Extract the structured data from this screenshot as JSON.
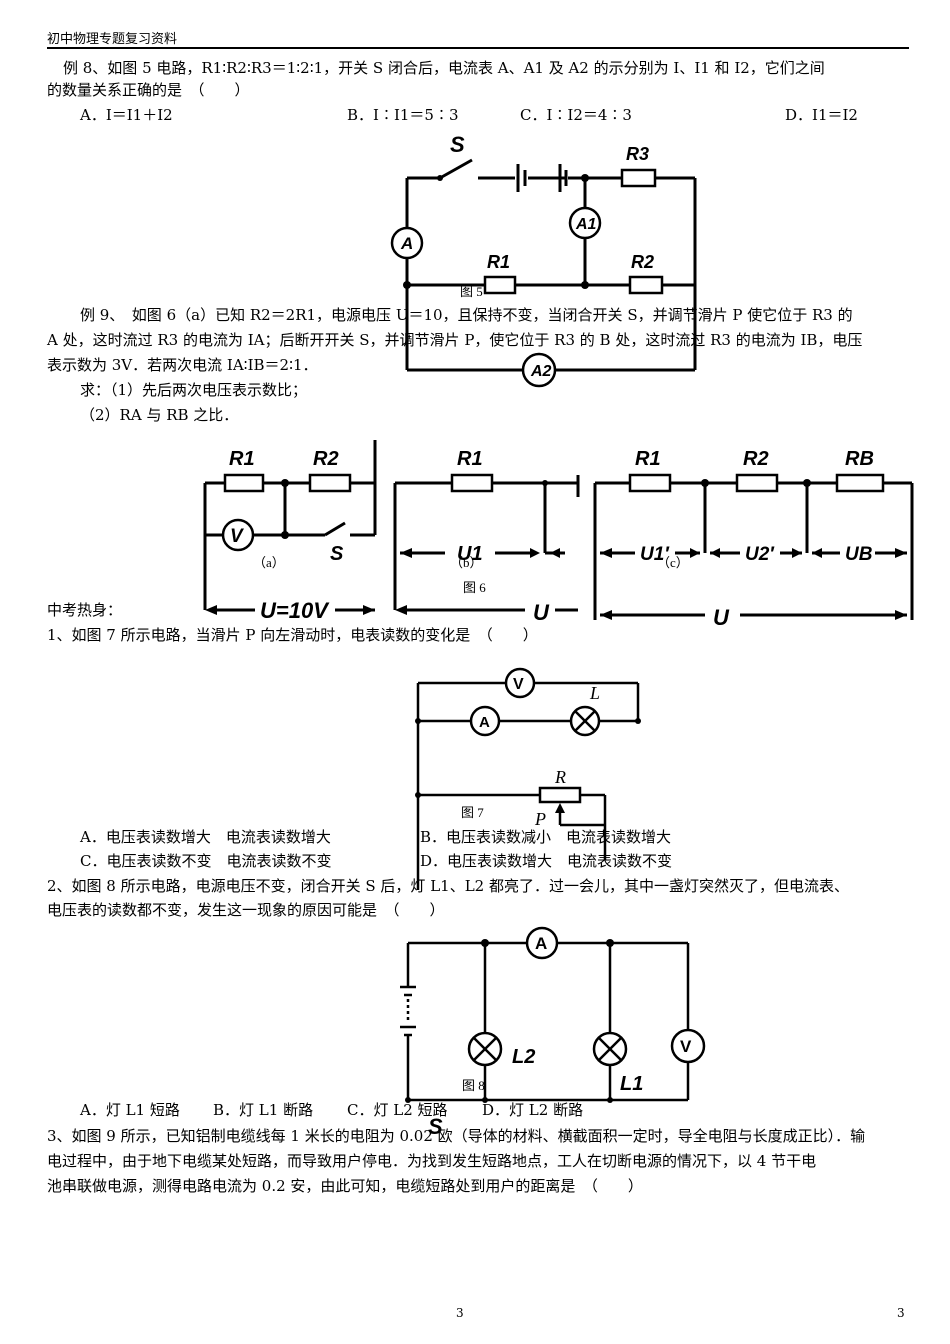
{
  "header": "初中物理专题复习资料",
  "ex8": {
    "line1": "例 8、如图 5 电路，R1∶R2∶R3＝1∶2∶1，开关 S 闭合后，电流表 A、A1 及 A2 的示分别为 I、I1 和 I2，它们之间",
    "line2": "的数量关系正确的是　（　　）",
    "optA": "A．I＝I1＋I2",
    "optB": "B．I∶I1＝5∶3",
    "optC": "C．I∶I2＝4∶3",
    "optD": "D．I1＝I2",
    "fig_caption": "图 5"
  },
  "ex9": {
    "line1": "例 9、　如图 6（a）已知 R2＝2R1，电源电压 U＝10，且保持不变，当闭合开关 S，并调节滑片 P 使它位于 R3 的",
    "line2": "A 处，这时流过 R3 的电流为 IA；后断开开关 S，并调节滑片 P，使它位于 R3 的 B 处，这时流过 R3 的电流为 IB，电压",
    "line3": "表示数为 3V．若两次电流 IA∶IB＝2∶1．",
    "ask1": "求：（1）先后两次电压表示数比；",
    "ask2": "（2）RA 与 RB 之比．",
    "fig_caption": "图 6",
    "sub_a": "（a）",
    "sub_b": "（b）",
    "sub_c": "（c）"
  },
  "warmup_title": "中考热身：",
  "q1": {
    "stem": "1、如图 7 所示电路，当滑片 P 向左滑动时，电表读数的变化是　（　　）",
    "optA": "A．电压表读数增大　电流表读数增大",
    "optB": "B．电压表读数减小　电流表读数增大",
    "optC": "C．电压表读数不变　电流表读数不变",
    "optD": "D．电压表读数增大　电流表读数不变",
    "fig_caption": "图 7"
  },
  "q2": {
    "line1": "2、如图 8 所示电路，电源电压不变，闭合开关 S 后，灯 L1、L2 都亮了．过一会儿，其中一盏灯突然灭了，但电流表、",
    "line2": "电压表的读数都不变，发生这一现象的原因可能是　（　　）",
    "optA": "A．灯 L1 短路",
    "optB": "B．灯 L1 断路",
    "optC": "C．灯 L2 短路",
    "optD": "D．灯 L2 断路",
    "fig_caption": "图 8"
  },
  "q3": {
    "line1": "3、如图 9 所示，已知铝制电缆线每 1 米长的电阻为 0.02 欧（导体的材料、横截面积一定时，导全电阻与长度成正比）．输",
    "line2": "电过程中，由于地下电缆某处短路，而导致用户停电．为找到发生短路地点，工人在切断电源的情况下，以 4 节干电",
    "line3": "池串联做电源，测得电路电流为 0.2 安，由此可知，电缆短路处到用户的距离是　（　　）"
  },
  "circuit_labels": {
    "switch": "S",
    "r1": "R1",
    "r2": "R2",
    "r3": "R3",
    "rb": "RB",
    "r": "R",
    "p": "P",
    "ammeter": "A",
    "ammeter1": "A1",
    "ammeter2": "A2",
    "voltmeter": "V",
    "lamp": "L",
    "l1": "L1",
    "l2": "L2",
    "u": "U",
    "u10": "U=10V",
    "u1": "U1",
    "u1p": "U1′",
    "u2p": "U2′",
    "ub": "UB",
    "s_bottom": "S"
  },
  "page_numbers": {
    "center": "3",
    "right": "3"
  }
}
